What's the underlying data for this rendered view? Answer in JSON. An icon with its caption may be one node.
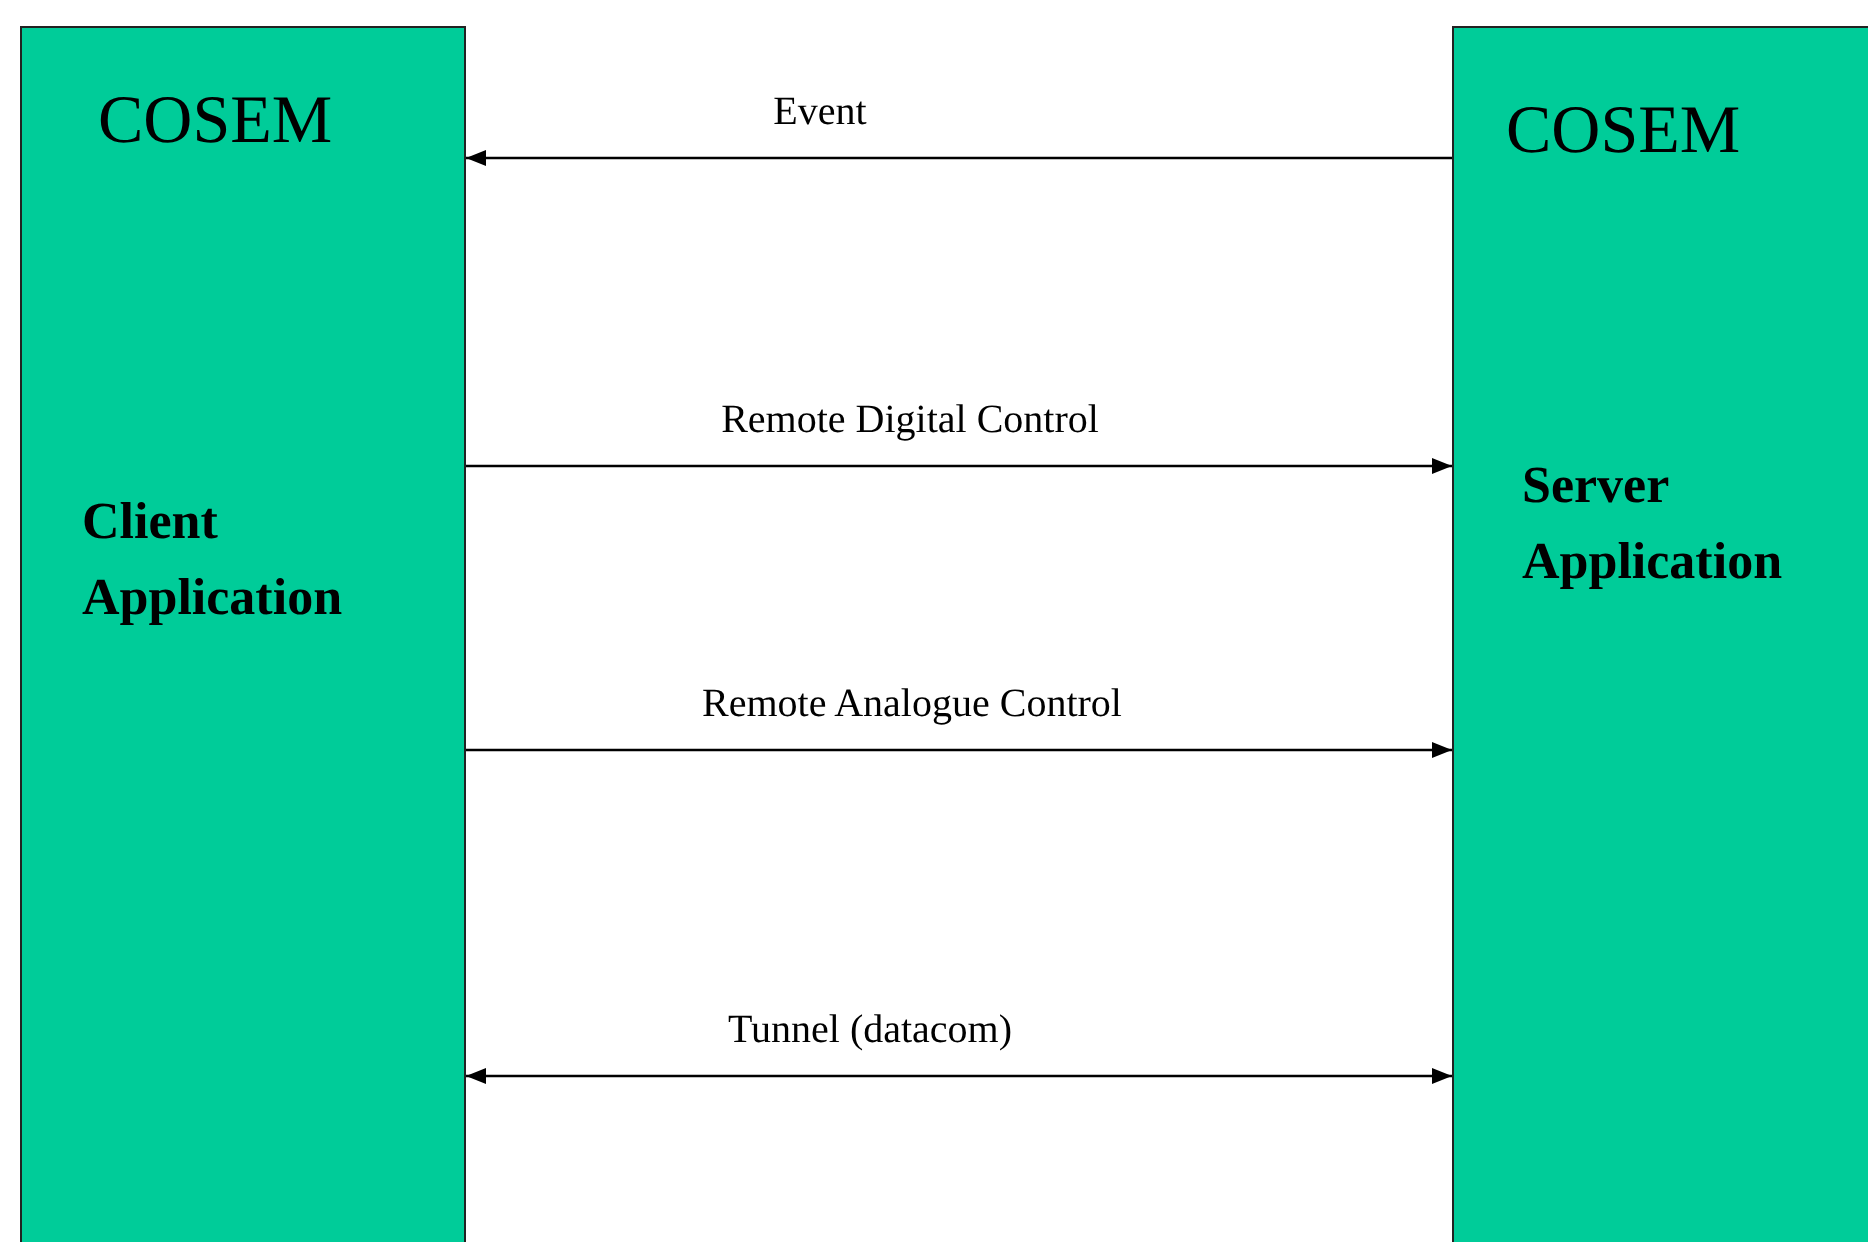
{
  "diagram": {
    "nodes": [
      {
        "text": [
          "COSEM",
          "Client Application"
        ]
      },
      {
        "text": [
          "COSEM",
          "Server Application"
        ]
      }
    ],
    "edges": [
      {
        "from": 1,
        "to": 0,
        "arrow": "to",
        "label": "Event"
      },
      {
        "from": 0,
        "to": 1,
        "arrow": "to",
        "label": "Remote Digital Control"
      },
      {
        "from": 0,
        "to": 1,
        "arrow": "to",
        "label": "Remote Analogue Control"
      },
      {
        "from": 0,
        "to": 1,
        "arrow": "both",
        "label": "Tunnel (datacom)"
      }
    ]
  }
}
